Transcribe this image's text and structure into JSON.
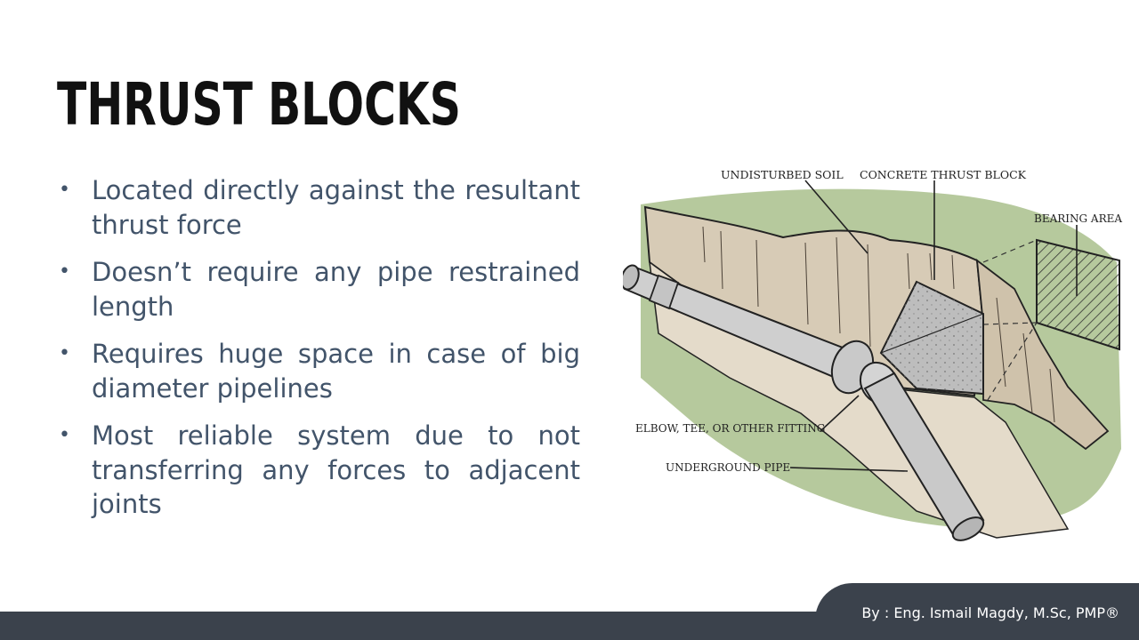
{
  "slide": {
    "title": "THRUST BLOCKS",
    "bullets": [
      {
        "text": "Located directly against the resultant thrust force"
      },
      {
        "text": "Doesn’t require any pipe restrained length"
      },
      {
        "text": "Requires huge space in case of big diameter pipelines"
      },
      {
        "text": "Most reliable system due to not transferring any forces to adjacent joints"
      }
    ],
    "bullet_glyph": "•"
  },
  "figure": {
    "labels": {
      "undisturbed_soil": "UNDISTURBED SOIL",
      "concrete_thrust_block": "CONCRETE THRUST BLOCK",
      "bearing_area": "BEARING AREA",
      "fitting": "ELBOW, TEE, OR OTHER FITTING",
      "underground_pipe": "UNDERGROUND PIPE"
    },
    "colors": {
      "grass": "#a9bf8c",
      "soil": "#ddd3c2",
      "soil_dark": "#c9bea9",
      "pipe": "#c9c9c9",
      "concrete": "#bdbdbd",
      "ink": "#222222"
    }
  },
  "footer": {
    "credit": "By : Eng. Ismail Magdy, M.Sc, PMP®",
    "color": "#3b424c"
  }
}
